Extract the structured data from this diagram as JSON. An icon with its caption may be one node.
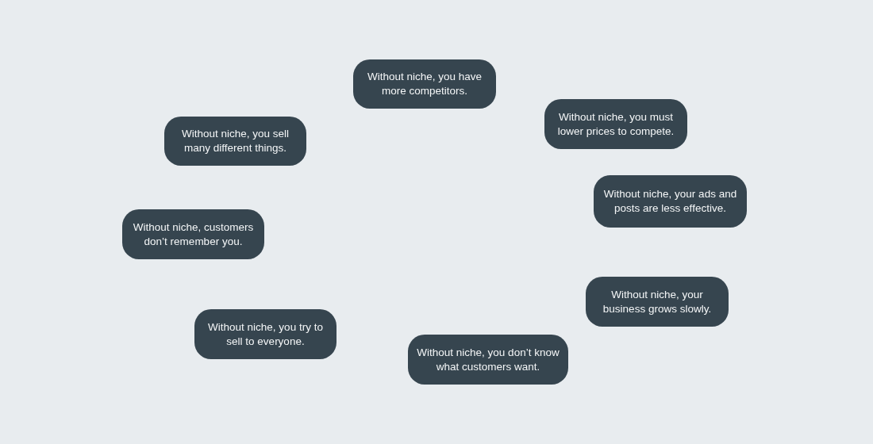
{
  "diagram": {
    "nodes": [
      {
        "text": [
          "Without niche, you have more competitors."
        ]
      },
      {
        "text": [
          "Without niche, you must lower prices to compete."
        ]
      },
      {
        "text": [
          "Without niche, your ads and posts are less effective."
        ]
      },
      {
        "text": [
          "Without niche, your business grows slowly."
        ]
      },
      {
        "text": [
          "Without niche, you don’t know what customers want."
        ]
      },
      {
        "text": [
          "Without niche, you try to sell to everyone."
        ]
      },
      {
        "text": [
          "Without niche, customers don’t remember you."
        ]
      },
      {
        "text": [
          "Without niche, you sell many different things."
        ]
      }
    ]
  }
}
